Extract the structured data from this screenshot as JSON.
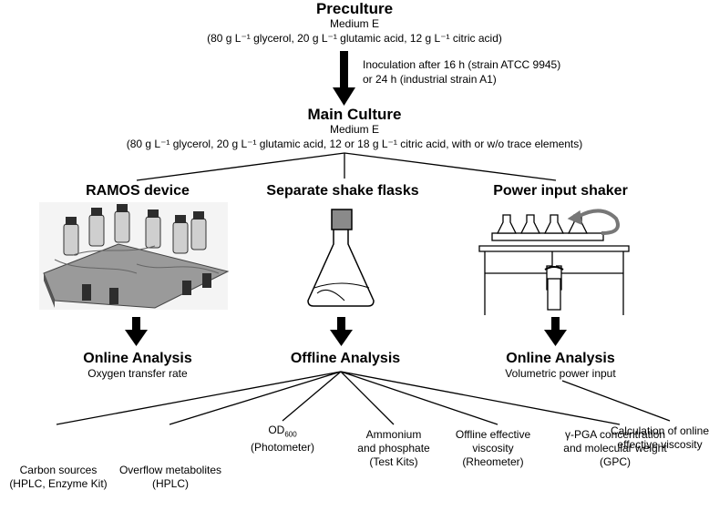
{
  "preculture": {
    "title": "Preculture",
    "medium": "Medium E",
    "composition": "(80 g L⁻¹ glycerol, 20 g L⁻¹ glutamic acid, 12 g L⁻¹ citric acid)"
  },
  "inoculation": {
    "line1": "Inoculation after 16 h (strain ATCC 9945)",
    "line2": "or 24 h (industrial strain A1)"
  },
  "main_culture": {
    "title": "Main Culture",
    "medium": "Medium E",
    "composition": "(80 g L⁻¹ glycerol, 20 g L⁻¹ glutamic acid, 12 or 18 g L⁻¹ citric acid, with or w/o trace elements)"
  },
  "branches": {
    "ramos": {
      "title": "RAMOS device",
      "analysis_title": "Online Analysis",
      "analysis_sub": "Oxygen transfer rate"
    },
    "flasks": {
      "title": "Separate shake flasks",
      "analysis_title": "Offline Analysis"
    },
    "shaker": {
      "title": "Power input shaker",
      "analysis_title": "Online Analysis",
      "analysis_sub": "Volumetric power input",
      "calc_line1": "Calculation of online",
      "calc_line2": "effective viscosity"
    }
  },
  "offline_outputs": [
    {
      "line1": "Carbon sources",
      "line2": "(HPLC, Enzyme Kit)",
      "line3": ""
    },
    {
      "line1": "Overflow metabolites",
      "line2": "(HPLC)",
      "line3": ""
    },
    {
      "line1": "OD",
      "sub": "600",
      "line2": "(Photometer)",
      "line3": ""
    },
    {
      "line1": "Ammonium",
      "line2": "and phosphate",
      "line3": "(Test Kits)"
    },
    {
      "line1": "Offline effective",
      "line2": "viscosity",
      "line3": "(Rheometer)"
    },
    {
      "line1": "γ-PGA concentration",
      "line2": "and molecular weight",
      "line3": "(GPC)"
    }
  ],
  "colors": {
    "arrow": "#000000",
    "line": "#000000",
    "photo_dark": "#3a3a3a",
    "photo_light": "#d8d8d8"
  }
}
